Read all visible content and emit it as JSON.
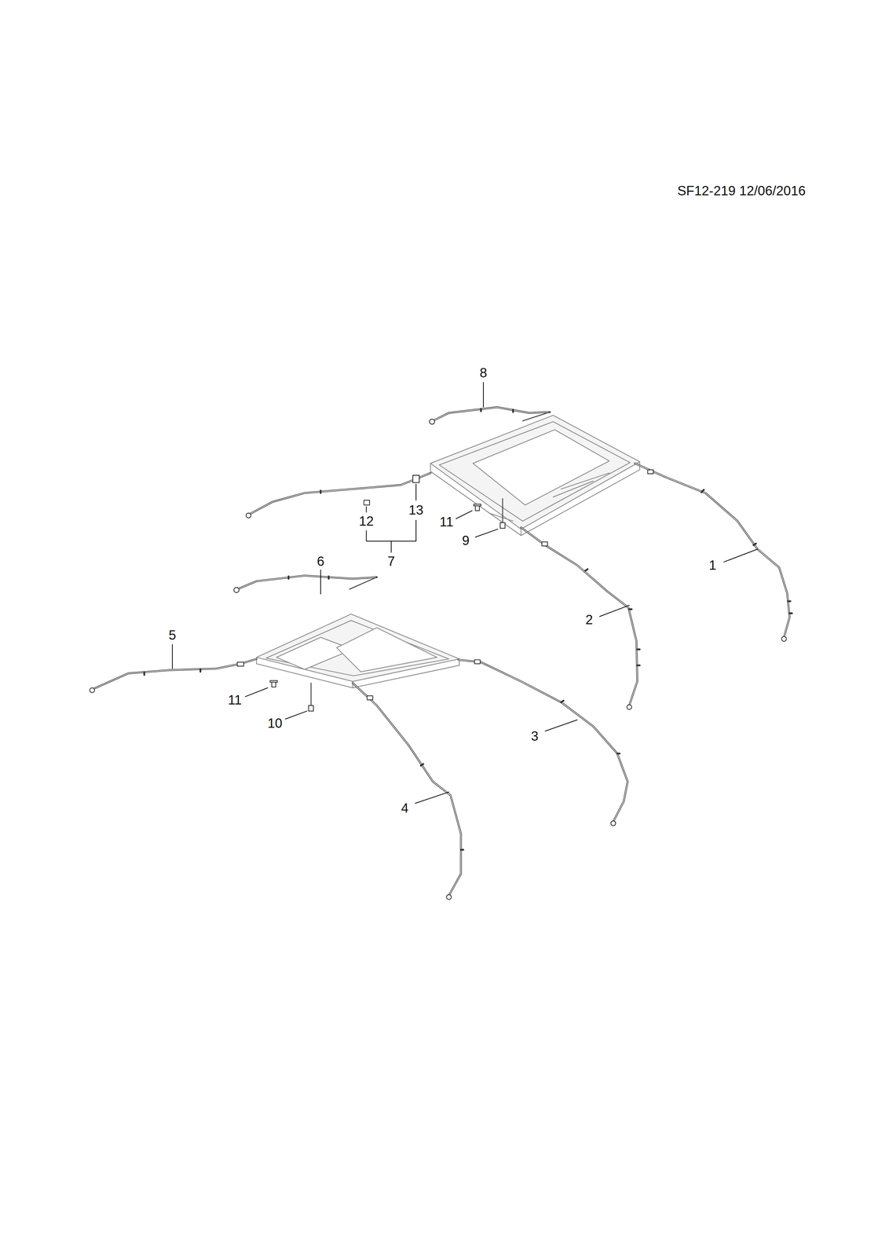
{
  "diagram": {
    "labels": [
      "SF12-219 12/06/2016",
      "8",
      "13",
      "12",
      "11",
      "9",
      "7",
      "6",
      "1",
      "2",
      "5",
      "11",
      "10",
      "3",
      "4"
    ]
  }
}
